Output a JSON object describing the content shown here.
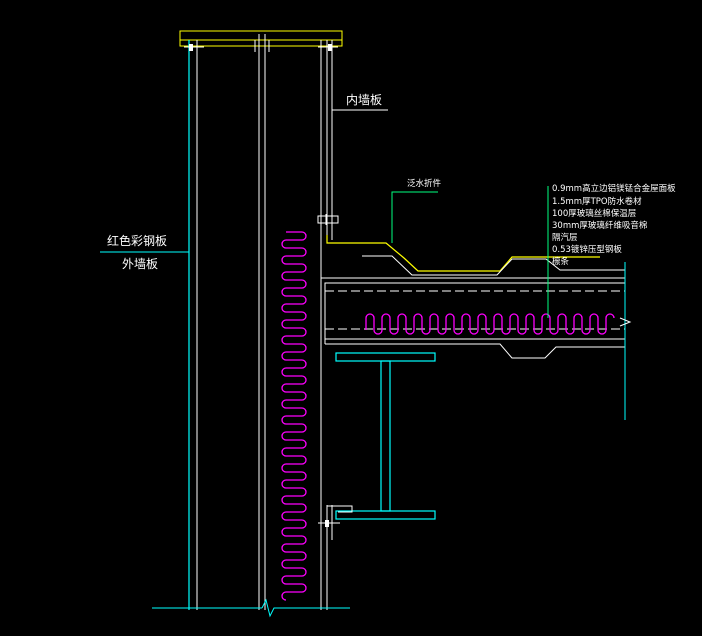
{
  "labels": {
    "inner_wall": "内墙板",
    "flashing": "泛水折件",
    "red_color_steel": "红色彩钢板",
    "outer_wall": "外墙板"
  },
  "roof_layers": [
    "0.9mm高立边铝镁锰合金屋面板",
    "1.5mm厚TPO防水卷材",
    "100厚玻璃丝棉保温层",
    "30mm厚玻璃纤维吸音棉",
    "隔汽层",
    "0.53镀锌压型钢板",
    "檩条"
  ],
  "colors": {
    "background": "#000000",
    "white_lines": "#ffffff",
    "structure": "#00ffff",
    "insulation": "#ff00ff",
    "leader": "#00ff7f",
    "flashing": "#ffff00",
    "text": "#ffffff"
  }
}
